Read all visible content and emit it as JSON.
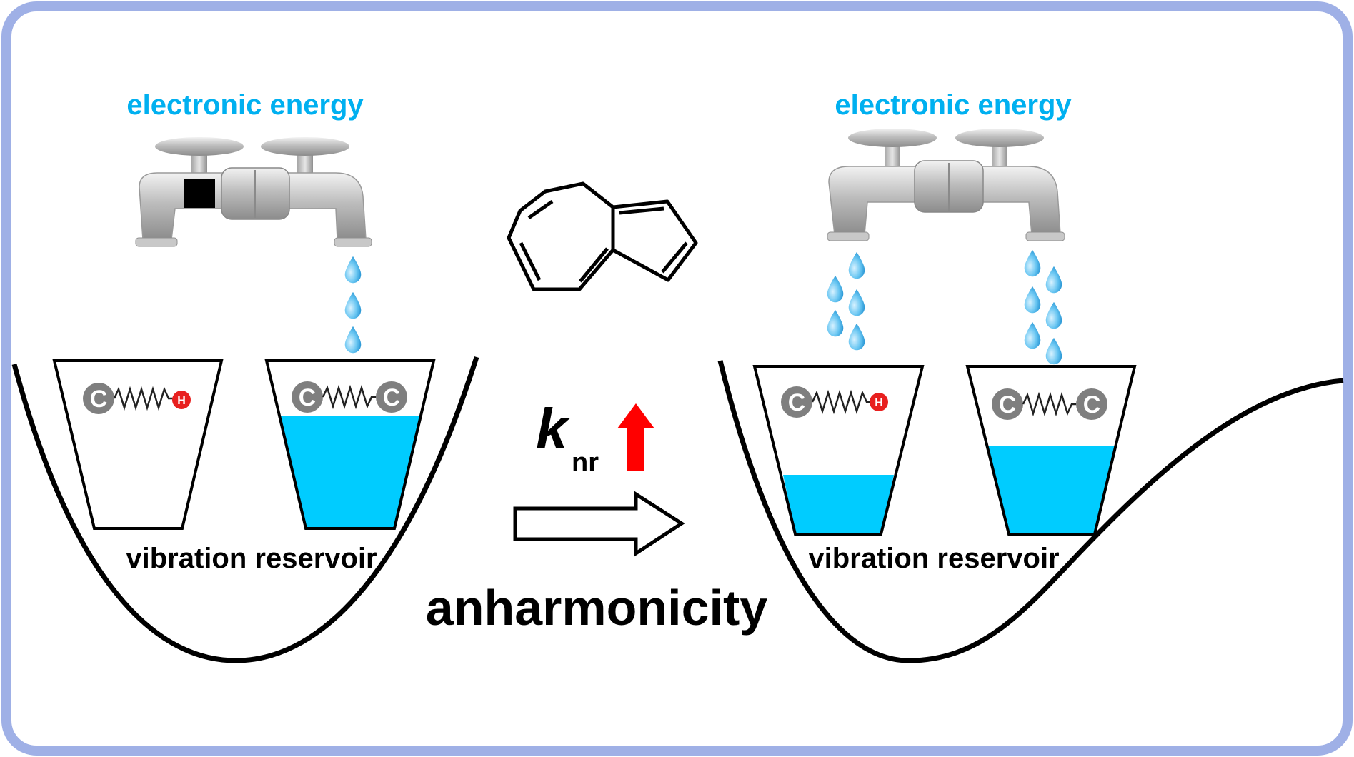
{
  "left_panel": {
    "tap_label": "electronic energy",
    "reservoir_label": "vibration reservoir",
    "cup_ch": {
      "atom1": "C",
      "atom2": "H",
      "fill_fraction": 0.0
    },
    "cup_cc": {
      "atom1": "C",
      "atom2": "C",
      "fill_fraction": 0.72
    }
  },
  "right_panel": {
    "tap_label": "electronic energy",
    "reservoir_label": "vibration reservoir",
    "cup_ch": {
      "atom1": "C",
      "atom2": "H",
      "fill_fraction": 0.38
    },
    "cup_cc": {
      "atom1": "C",
      "atom2": "C",
      "fill_fraction": 0.55
    }
  },
  "center": {
    "rate_symbol": "k",
    "rate_subscript": "nr",
    "title": "anharmonicity"
  },
  "colors": {
    "frame": "#9fb0e6",
    "water": "#00ccff",
    "label_blue": "#00b0f0",
    "atom_gray": "#7f7f7f",
    "hydrogen_red": "#e8201f",
    "arrow_red": "#ff0000"
  }
}
